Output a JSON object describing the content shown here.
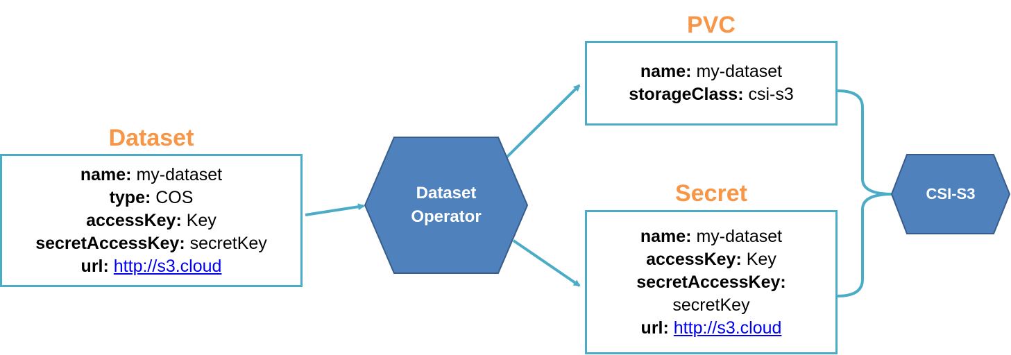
{
  "dataset": {
    "title": "Dataset",
    "name_key": "name:",
    "name_val": "my-dataset",
    "type_key": "type:",
    "type_val": "COS",
    "access_key": "accessKey:",
    "access_val": "Key",
    "secret_key": "secretAccessKey:",
    "secret_val": "secretKey",
    "url_key": "url:",
    "url_val": "http://s3.cloud"
  },
  "operator": {
    "line1": "Dataset",
    "line2": "Operator"
  },
  "pvc": {
    "title": "PVC",
    "name_key": "name:",
    "name_val": "my-dataset",
    "sc_key": "storageClass:",
    "sc_val": "csi-s3"
  },
  "secret": {
    "title": "Secret",
    "name_key": "name:",
    "name_val": "my-dataset",
    "access_key": "accessKey:",
    "access_val": "Key",
    "secret_key": "secretAccessKey:",
    "secret_val": "secretKey",
    "url_key": "url:",
    "url_val": "http://s3.cloud"
  },
  "csi": {
    "label": "CSI-S3"
  },
  "colors": {
    "title": "#f79646",
    "box_border": "#4bacc6",
    "hex_fill": "#4f81bd",
    "hex_stroke": "#385d8a",
    "arrow": "#4bacc6",
    "link": "#0000ee"
  }
}
